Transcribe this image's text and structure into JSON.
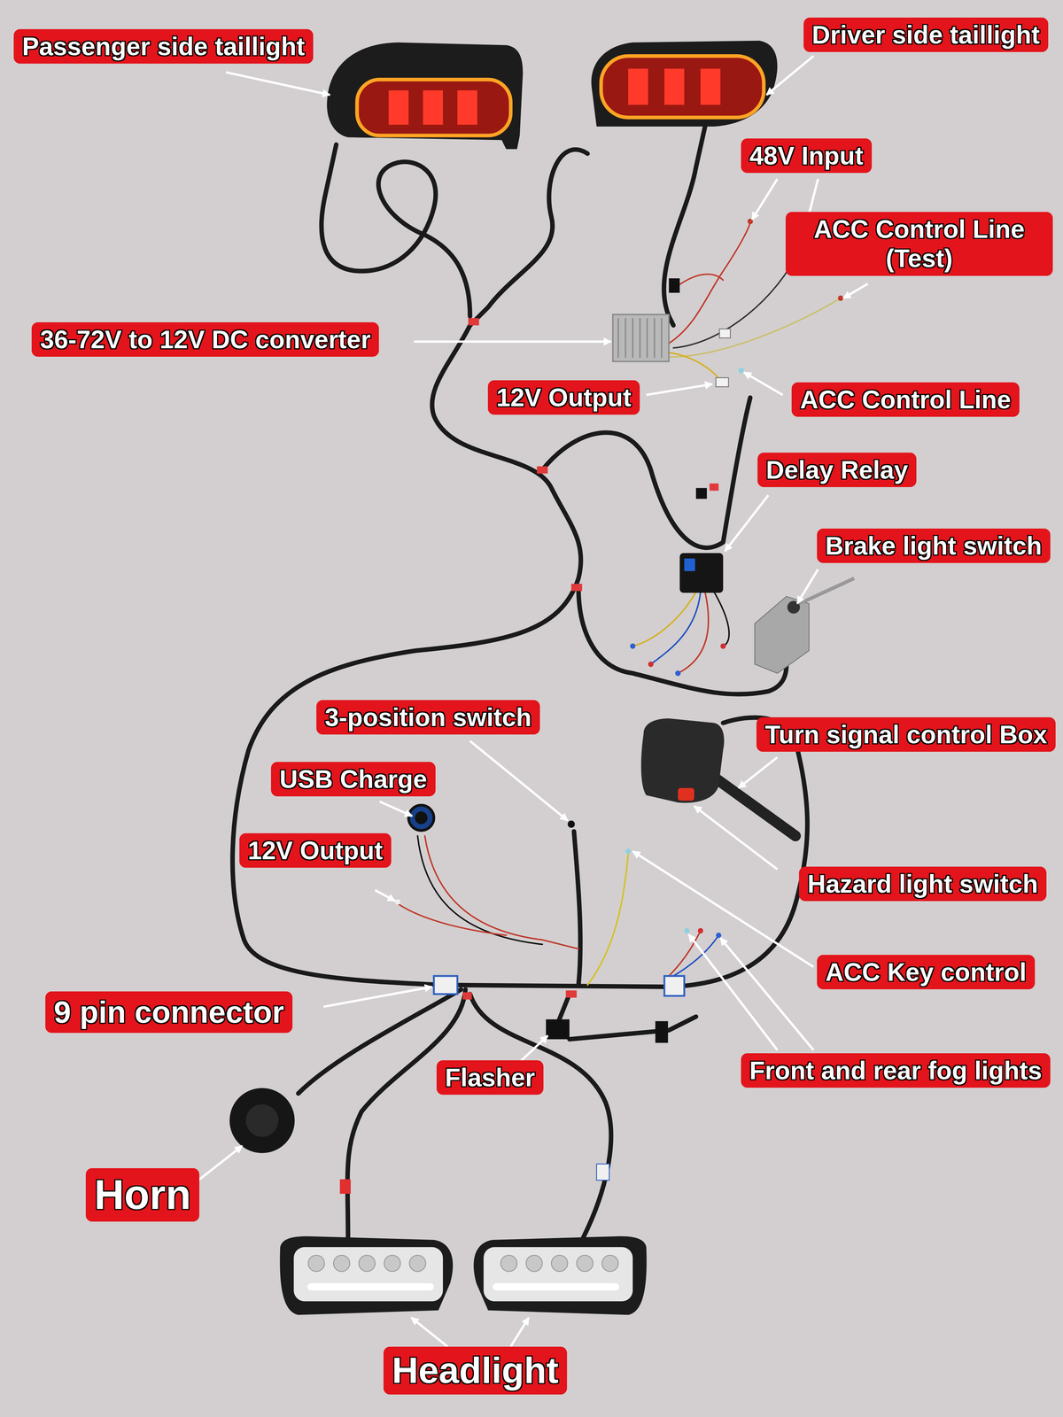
{
  "diagram": {
    "nodes": [
      {
        "text": [
          "Passenger side taillight"
        ]
      },
      {
        "text": [
          "Driver side taillight"
        ]
      },
      {
        "text": [
          "48V Input"
        ]
      },
      {
        "text": [
          "ACC Control Line (Test)"
        ]
      },
      {
        "text": [
          "36-72V to 12V DC converter"
        ]
      },
      {
        "text": [
          "12V Output"
        ]
      },
      {
        "text": [
          "ACC Control Line"
        ]
      },
      {
        "text": [
          "Delay Relay"
        ]
      },
      {
        "text": [
          "Brake light switch"
        ]
      },
      {
        "text": [
          "3-position switch"
        ]
      },
      {
        "text": [
          "Turn signal control Box"
        ]
      },
      {
        "text": [
          "USB Charge"
        ]
      },
      {
        "text": [
          "12V Output"
        ]
      },
      {
        "text": [
          "Hazard light switch"
        ]
      },
      {
        "text": [
          "ACC Key control"
        ]
      },
      {
        "text": [
          "9 pin connector"
        ]
      },
      {
        "text": [
          "Flasher"
        ]
      },
      {
        "text": [
          "Front and rear fog lights"
        ]
      },
      {
        "text": [
          "Horn"
        ]
      },
      {
        "text": [
          "Headlight"
        ]
      }
    ]
  }
}
